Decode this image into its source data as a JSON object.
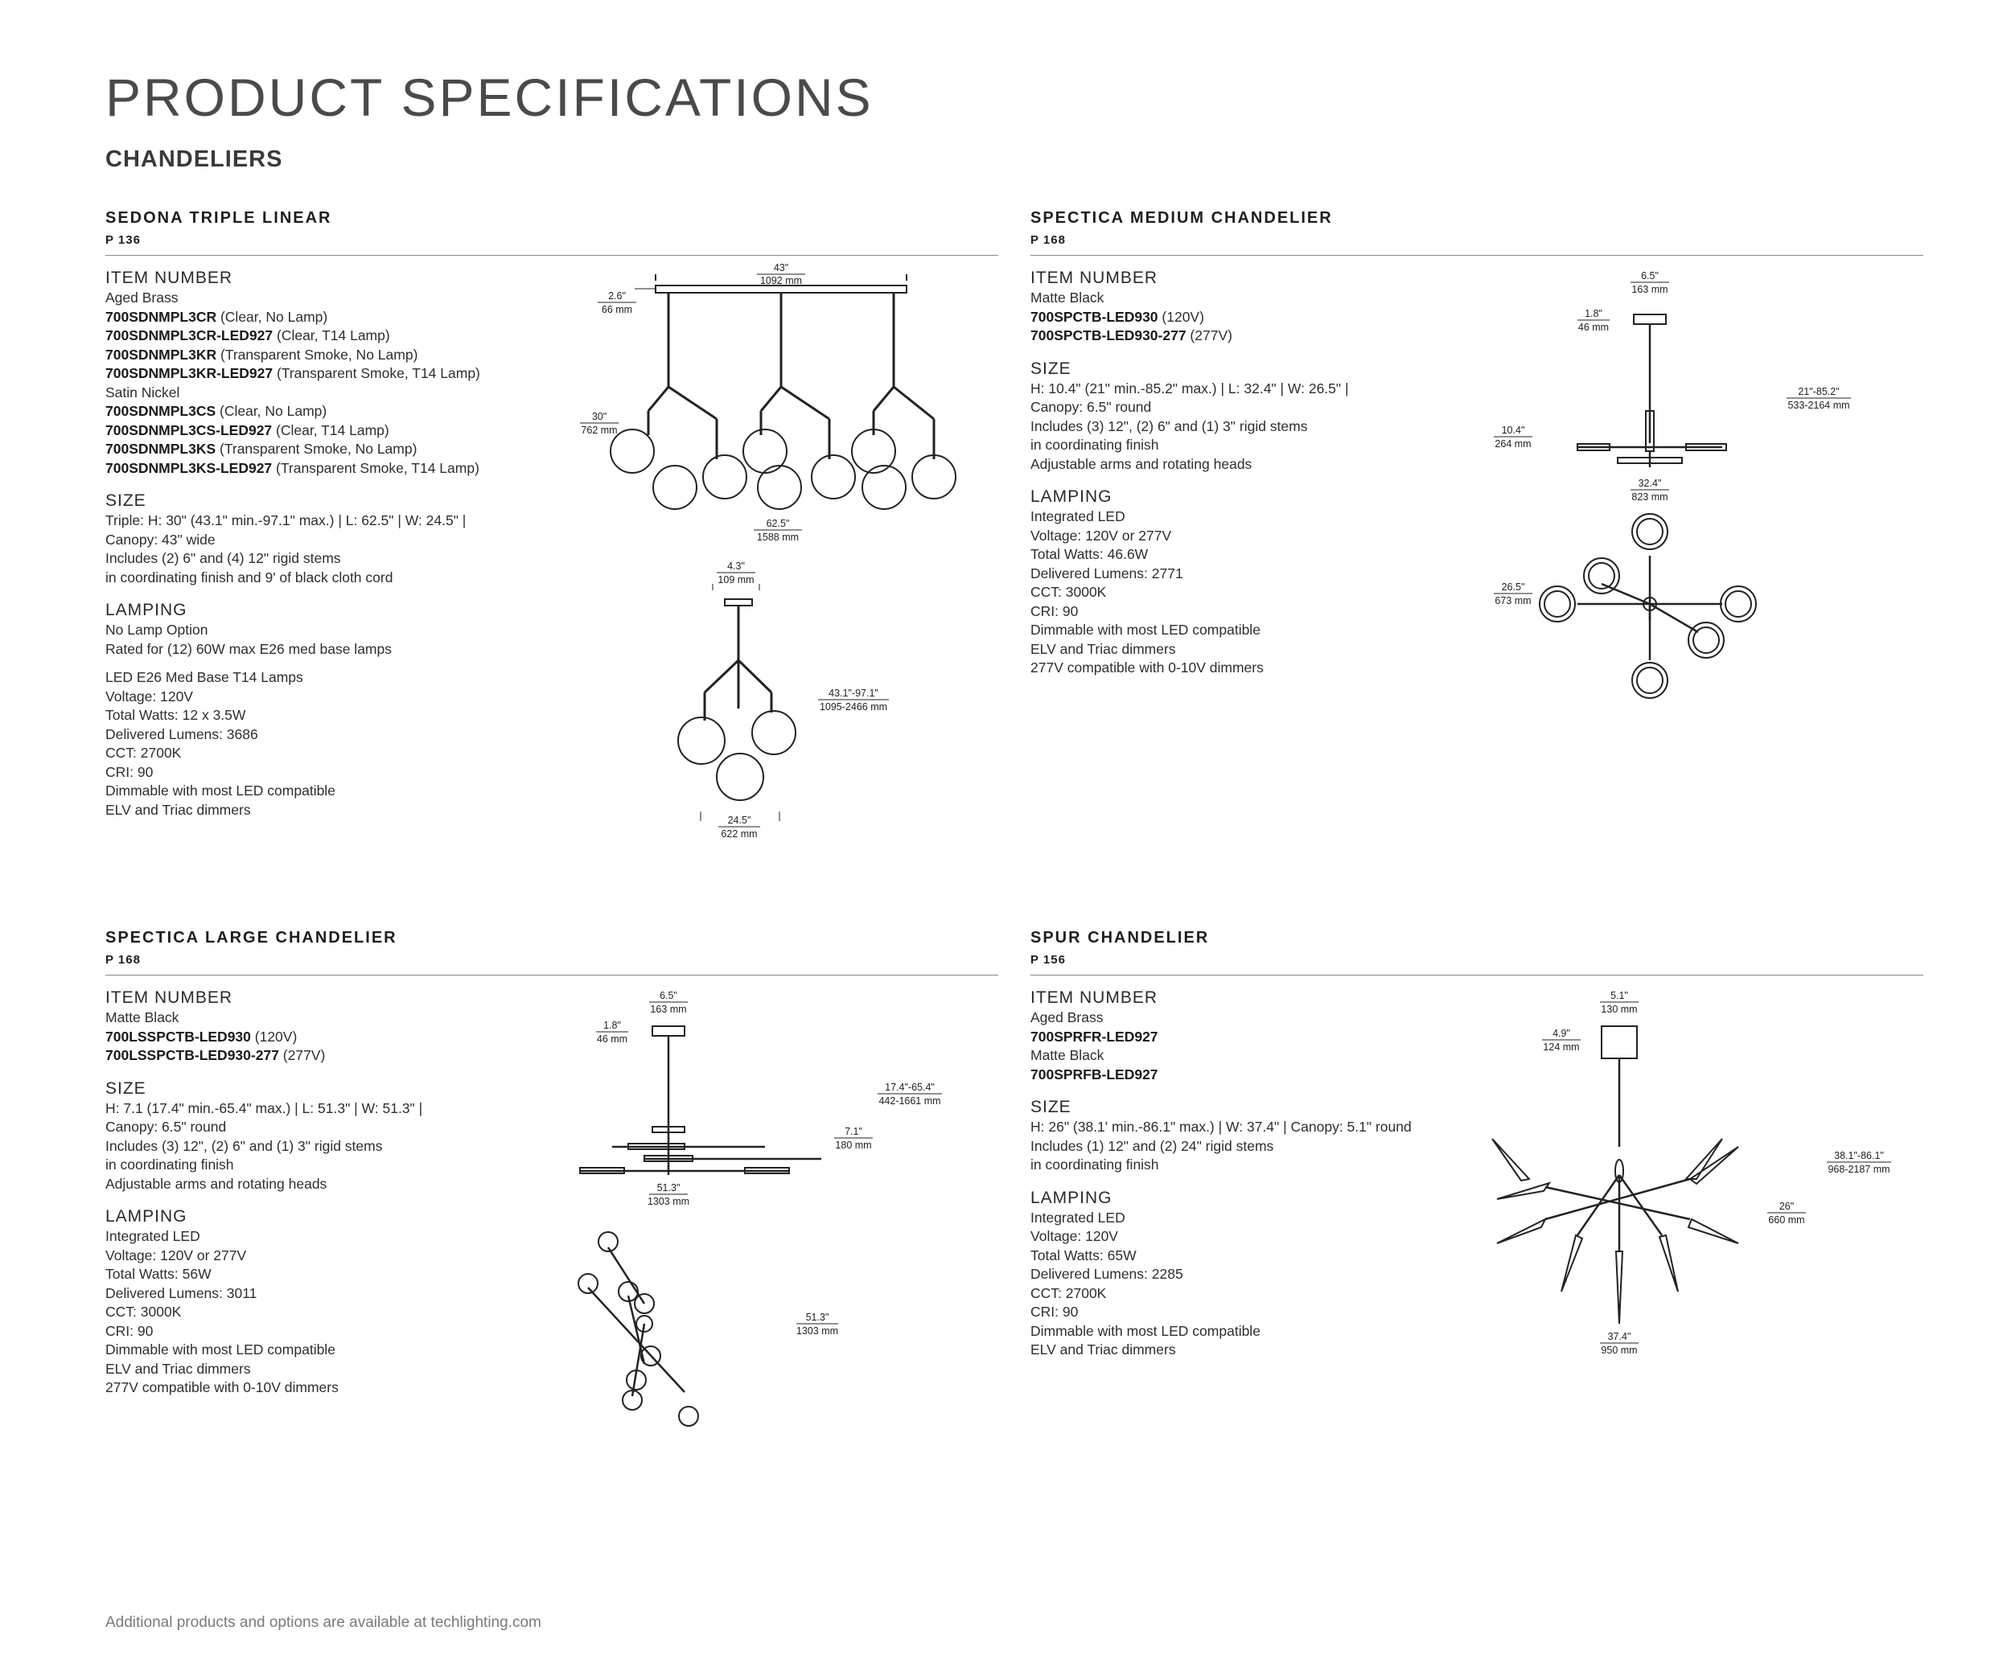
{
  "page_title": "PRODUCT SPECIFICATIONS",
  "section_title": "CHANDELIERS",
  "footer": "Additional products and options are available at techlighting.com",
  "colors": {
    "text": "#2b2b2b",
    "rule": "#8a8a8a",
    "footer": "#7a7a7a"
  },
  "products": {
    "sedona": {
      "name": "SEDONA TRIPLE LINEAR",
      "page": "P 136",
      "item_head": "ITEM NUMBER",
      "items": [
        {
          "code": "",
          "text": "Aged Brass"
        },
        {
          "code": "700SDNMPL3CR",
          "text": " (Clear, No Lamp)"
        },
        {
          "code": "700SDNMPL3CR-LED927",
          "text": " (Clear, T14 Lamp)"
        },
        {
          "code": "700SDNMPL3KR",
          "text": " (Transparent Smoke, No Lamp)"
        },
        {
          "code": "700SDNMPL3KR-LED927",
          "text": " (Transparent Smoke, T14 Lamp)"
        },
        {
          "code": "",
          "text": "Satin Nickel"
        },
        {
          "code": "700SDNMPL3CS",
          "text": " (Clear, No Lamp)"
        },
        {
          "code": "700SDNMPL3CS-LED927",
          "text": " (Clear, T14 Lamp)"
        },
        {
          "code": "700SDNMPL3KS",
          "text": " (Transparent Smoke, No Lamp)"
        },
        {
          "code": "700SDNMPL3KS-LED927",
          "text": " (Transparent Smoke, T14 Lamp)"
        }
      ],
      "size_head": "SIZE",
      "size": [
        "Triple: H: 30\" (43.1\" min.-97.1\" max.) | L: 62.5\" | W: 24.5\" |",
        "Canopy: 43\" wide",
        "Includes (2) 6\" and (4) 12\" rigid stems",
        "in coordinating finish and 9' of black cloth cord"
      ],
      "lamping_head": "LAMPING",
      "lamping": [
        "No Lamp Option",
        "Rated for (12) 60W max E26 med base lamps"
      ],
      "lamping2": [
        "LED E26 Med Base T14 Lamps",
        "Voltage: 120V",
        "Total Watts: 12 x 3.5W",
        "Delivered Lumens: 3686",
        "CCT: 2700K",
        "CRI: 90",
        "Dimmable with most LED compatible",
        "ELV and Triac dimmers"
      ],
      "dims": {
        "a": "43\"",
        "a_mm": "1092 mm",
        "b": "2.6\"",
        "b_mm": "66 mm",
        "c": "30\"",
        "c_mm": "762 mm",
        "d": "62.5\"",
        "d_mm": "1588 mm",
        "e": "4.3\"",
        "e_mm": "109 mm",
        "f": "43.1\"-97.1\"",
        "f_mm": "1095-2466 mm",
        "g": "24.5\"",
        "g_mm": "622 mm"
      }
    },
    "spectica_medium": {
      "name": "SPECTICA MEDIUM CHANDELIER",
      "page": "P 168",
      "item_head": "ITEM NUMBER",
      "items": [
        {
          "code": "",
          "text": "Matte Black"
        },
        {
          "code": "700SPCTB-LED930",
          "text": " (120V)"
        },
        {
          "code": "700SPCTB-LED930-277",
          "text": " (277V)"
        }
      ],
      "size_head": "SIZE",
      "size": [
        "H: 10.4\" (21\" min.-85.2\" max.) | L: 32.4\" | W: 26.5\" |",
        "Canopy: 6.5\" round",
        "Includes (3) 12\", (2) 6\" and (1) 3\" rigid stems",
        "in coordinating finish",
        "Adjustable arms and rotating heads"
      ],
      "lamping_head": "LAMPING",
      "lamping": [
        "Integrated LED",
        "Voltage: 120V or 277V",
        "Total Watts: 46.6W",
        "Delivered Lumens: 2771",
        "CCT: 3000K",
        "CRI: 90",
        "Dimmable with most LED compatible",
        "ELV and Triac dimmers",
        "277V compatible with 0-10V dimmers"
      ],
      "dims": {
        "a": "6.5\"",
        "a_mm": "163 mm",
        "b": "1.8\"",
        "b_mm": "46 mm",
        "c": "21\"-85.2\"",
        "c_mm": "533-2164 mm",
        "d": "10.4\"",
        "d_mm": "264 mm",
        "e": "32.4\"",
        "e_mm": "823 mm",
        "f": "26.5\"",
        "f_mm": "673 mm"
      }
    },
    "spectica_large": {
      "name": "SPECTICA LARGE CHANDELIER",
      "page": "P 168",
      "item_head": "ITEM NUMBER",
      "items": [
        {
          "code": "",
          "text": "Matte Black"
        },
        {
          "code": "700LSSPCTB-LED930",
          "text": " (120V)"
        },
        {
          "code": "700LSSPCTB-LED930-277",
          "text": " (277V)"
        }
      ],
      "size_head": "SIZE",
      "size": [
        "H: 7.1 (17.4\" min.-65.4\" max.) | L: 51.3\" | W: 51.3\" |",
        "Canopy: 6.5\" round",
        "Includes (3) 12\", (2) 6\" and (1) 3\" rigid stems",
        "in coordinating finish",
        "Adjustable arms and rotating heads"
      ],
      "lamping_head": "LAMPING",
      "lamping": [
        "Integrated LED",
        "Voltage: 120V or 277V",
        "Total Watts: 56W",
        "Delivered Lumens: 3011",
        "CCT: 3000K",
        "CRI: 90",
        "Dimmable with most LED compatible",
        "ELV and Triac dimmers",
        "277V compatible with 0-10V dimmers"
      ],
      "dims": {
        "a": "6.5\"",
        "a_mm": "163 mm",
        "b": "1.8\"",
        "b_mm": "46 mm",
        "c": "17.4\"-65.4\"",
        "c_mm": "442-1661 mm",
        "d": "7.1\"",
        "d_mm": "180 mm",
        "e": "51.3\"",
        "e_mm": "1303 mm",
        "f": "51.3\"",
        "f_mm": "1303 mm"
      }
    },
    "spur": {
      "name": "SPUR CHANDELIER",
      "page": "P 156",
      "item_head": "ITEM NUMBER",
      "items": [
        {
          "code": "",
          "text": "Aged Brass"
        },
        {
          "code": "700SPRFR-LED927",
          "text": ""
        },
        {
          "code": "",
          "text": "Matte Black"
        },
        {
          "code": "700SPRFB-LED927",
          "text": ""
        }
      ],
      "size_head": "SIZE",
      "size": [
        "H: 26\" (38.1' min.-86.1\" max.) | W: 37.4\" | Canopy: 5.1\" round",
        "Includes (1) 12\" and (2) 24\" rigid stems",
        "in coordinating finish"
      ],
      "lamping_head": "LAMPING",
      "lamping": [
        "Integrated LED",
        "Voltage: 120V",
        "Total Watts: 65W",
        "Delivered Lumens: 2285",
        "CCT: 2700K",
        "CRI: 90",
        "Dimmable with most LED compatible",
        "ELV and Triac dimmers"
      ],
      "dims": {
        "a": "5.1\"",
        "a_mm": "130 mm",
        "b": "4.9\"",
        "b_mm": "124 mm",
        "c": "38.1\"-86.1\"",
        "c_mm": "968-2187 mm",
        "d": "26\"",
        "d_mm": "660 mm",
        "e": "37.4\"",
        "e_mm": "950 mm"
      }
    }
  }
}
